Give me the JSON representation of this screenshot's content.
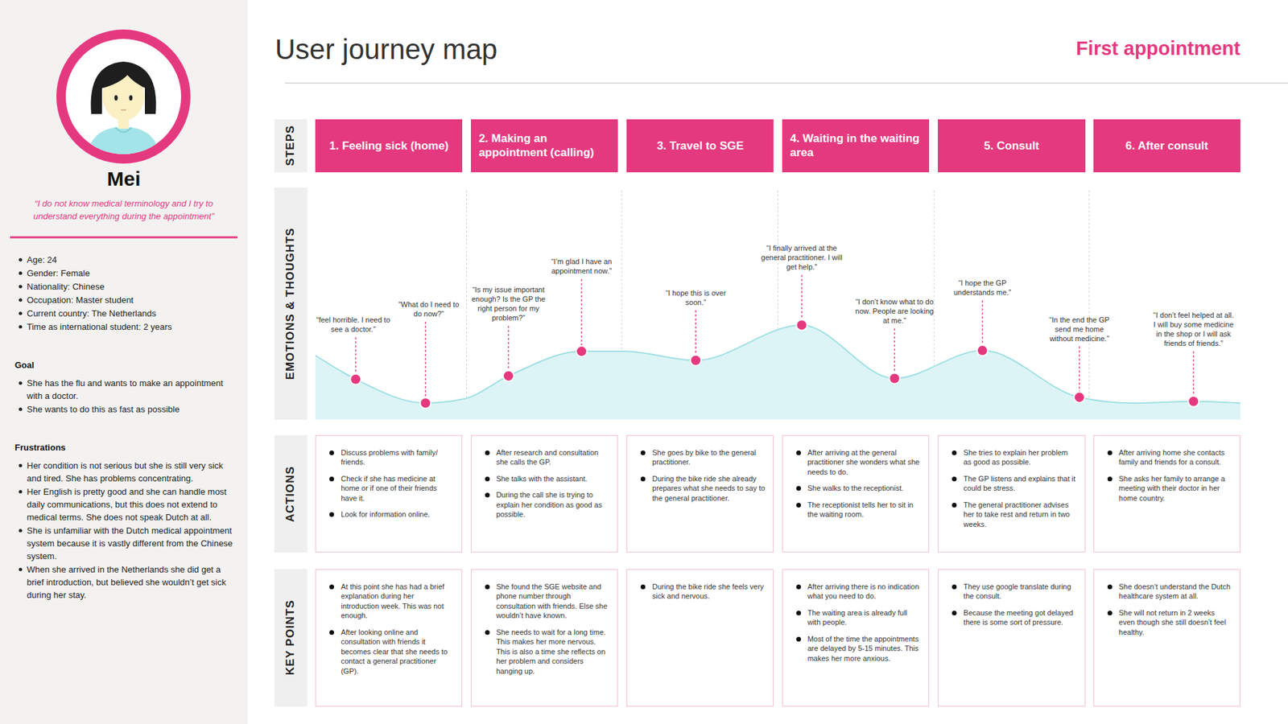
{
  "diagram": {
    "title": "User journey map",
    "nodes": [
      {
        "text": [
          "STEPS"
        ]
      },
      {
        "text": [
          "1. Feeling sick (home)"
        ]
      },
      {
        "text": [
          "2. Making an appointment (calling)"
        ]
      },
      {
        "text": [
          "3. Travel to SGE"
        ]
      },
      {
        "text": [
          "4. Waiting in the waiting area"
        ]
      },
      {
        "text": [
          "5. Consult"
        ]
      },
      {
        "text": [
          "6. After consult"
        ]
      },
      {
        "text": [
          "EMOTIONS & THOUGHTS"
        ]
      },
      {
        "text": [
          "ACTIONS"
        ]
      },
      {
        "text": [
          "Discuss problems with family/ friends.",
          "Check if she has medicine at home or if one of their friends have it.",
          "Look for information online."
        ]
      },
      {
        "text": [
          "After research and consultation she calls the GP.",
          "She talks with the assistant.",
          "During the call she is trying to explain her condition as good as possible."
        ]
      },
      {
        "text": [
          "She goes by bike to the general practitioner.",
          "During the bike ride she already prepares what she needs to say to the general practitioner."
        ]
      },
      {
        "text": [
          "After arriving at the general practitioner she wonders what she needs to do.",
          "She walks to the receptionist.",
          "The receptionist tells her to sit in the waiting room."
        ]
      },
      {
        "text": [
          "She tries to explain her problem as good as possible.",
          "The GP listens and explains that it could be stress.",
          "The general practitioner advises her to take rest and return in two weeks."
        ]
      },
      {
        "text": [
          "After arriving home she contacts family and friends for a consult.",
          "She asks her family to arrange a meeting with their doctor in her home country."
        ]
      },
      {
        "text": [
          "KEY POINTS"
        ]
      },
      {
        "text": [
          "At this point she has had a brief explanation during her introduction week. This was not enough.",
          "After looking online and consultation with friends it becomes clear that she needs to contact a general practitioner (GP)."
        ]
      },
      {
        "text": [
          "She found the SGE website and phone number through consultation with friends. Else she wouldn’t have known.",
          "She needs to wait for a long time. This makes her more nervous. This is also a time she reflects on her problem and considers hanging up."
        ]
      },
      {
        "text": [
          "During the bike ride she feels very sick and nervous."
        ]
      },
      {
        "text": [
          "After arriving there is no indication what you need to do.",
          "The waiting area is already full with people.",
          "Most of the time the appointments are delayed by 5-15 minutes. This makes her more anxious."
        ]
      },
      {
        "text": [
          "They use google translate during the consult.",
          "Because the meeting got delayed there is some sort of pressure."
        ]
      },
      {
        "text": [
          "She doesn’t understand the Dutch healthcare system at all.",
          "She will not return in 2 weeks even though she still doesn’t feel healthy."
        ]
      }
    ],
    "labels": [
      "Mei",
      "“I do not know medical terminology and I try to understand everything during the appointment”",
      "Age: 24",
      "Gender: Female",
      "Nationality: Chinese",
      "Occupation: Master student",
      "Current country: The Netherlands",
      "Time as international student: 2 years",
      "Goal",
      "She has the flu and wants to make an appointment with a doctor.",
      "She wants to do this as fast as possible",
      "Frustrations",
      "Her condition is not serious but she is still very sick and tired. She has problems concentrating.",
      "Her English is pretty good and she can handle most daily communications, but this does not extend to medical terms. She does not speak Dutch at all.",
      "She is unfamiliar with the Dutch medical appointment system because it is vastly different from the Chinese system.",
      "When she arrived in the Netherlands she did get a brief introduction, but believed she wouldn’t get sick during her stay.",
      "First appointment",
      "“feel horrible. I need to see a doctor.”",
      "“What do I need to do now?”",
      "“Is my issue important enough? Is the GP the right person for my problem?”",
      "“I’m glad I have an appointment now.”",
      "“I hope this is over soon.”",
      "“I finally arrived at the general practitioner. I will get help.”",
      "“I don’t know what to do now. People are looking at me.”",
      "“I hope the GP understands me.”",
      "“In the end the GP send me home without medicine.”",
      "“I don’t feel helped at all. I will buy some medicine in the shop or I will ask friends of friends.”"
    ]
  }
}
